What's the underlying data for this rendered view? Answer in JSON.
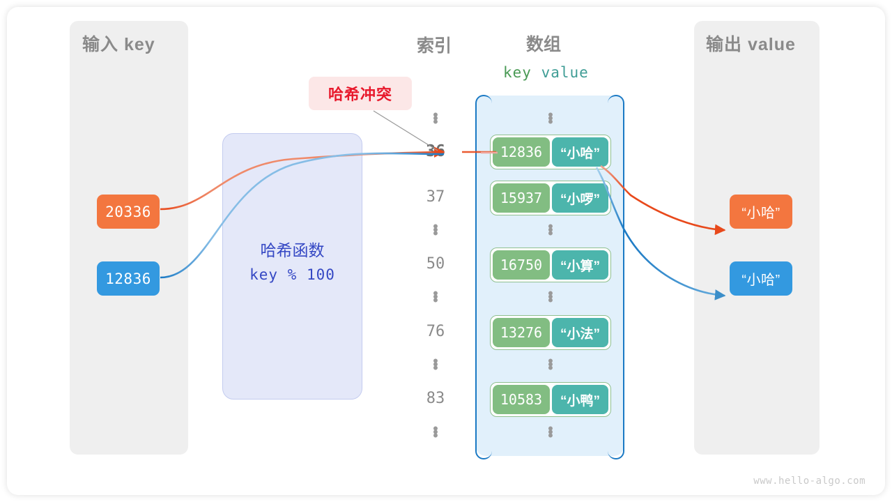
{
  "diagram": {
    "watermark": "www.hello-algo.com",
    "colors": {
      "orange": "#f3763f",
      "blue": "#3399e0",
      "green_key": "#82bd82",
      "teal_value": "#4cb5ac",
      "array_fill": "#e1f0fb",
      "array_border": "#1a79c4",
      "hash_fill": "#e4e8f9",
      "hash_text": "#3548c4",
      "panel_gray": "#efefef",
      "collision_bg": "#fce7e7",
      "collision_text": "#e8192c"
    }
  },
  "input_panel": {
    "title": "输入 key",
    "keys": [
      {
        "value": "20336",
        "color": "orange"
      },
      {
        "value": "12836",
        "color": "blue"
      }
    ]
  },
  "hash_function": {
    "label": "哈希函数",
    "formula": "key % 100"
  },
  "collision": {
    "badge": "哈希冲突"
  },
  "index_column": {
    "header": "索引",
    "entries": [
      {
        "type": "dots",
        "label": "⋮",
        "highlight": false
      },
      {
        "type": "index",
        "label": "36",
        "highlight": true
      },
      {
        "type": "index",
        "label": "37",
        "highlight": false
      },
      {
        "type": "dots",
        "label": "⋮",
        "highlight": false
      },
      {
        "type": "index",
        "label": "50",
        "highlight": false
      },
      {
        "type": "dots",
        "label": "⋮",
        "highlight": false
      },
      {
        "type": "index",
        "label": "76",
        "highlight": false
      },
      {
        "type": "dots",
        "label": "⋮",
        "highlight": false
      },
      {
        "type": "index",
        "label": "83",
        "highlight": false
      },
      {
        "type": "dots",
        "label": "⋮",
        "highlight": false
      }
    ]
  },
  "array_column": {
    "header": "数组",
    "key_header": "key",
    "value_header": "value",
    "rows": [
      {
        "type": "dots"
      },
      {
        "type": "bucket",
        "key": "12836",
        "value": "“小哈”"
      },
      {
        "type": "bucket",
        "key": "15937",
        "value": "“小啰”"
      },
      {
        "type": "dots"
      },
      {
        "type": "bucket",
        "key": "16750",
        "value": "“小算”"
      },
      {
        "type": "dots"
      },
      {
        "type": "bucket",
        "key": "13276",
        "value": "“小法”"
      },
      {
        "type": "dots"
      },
      {
        "type": "bucket",
        "key": "10583",
        "value": "“小鸭”"
      },
      {
        "type": "dots"
      }
    ]
  },
  "output_panel": {
    "title": "输出 value",
    "values": [
      {
        "value": "“小哈”",
        "color": "orange"
      },
      {
        "value": "“小哈”",
        "color": "blue"
      }
    ]
  }
}
